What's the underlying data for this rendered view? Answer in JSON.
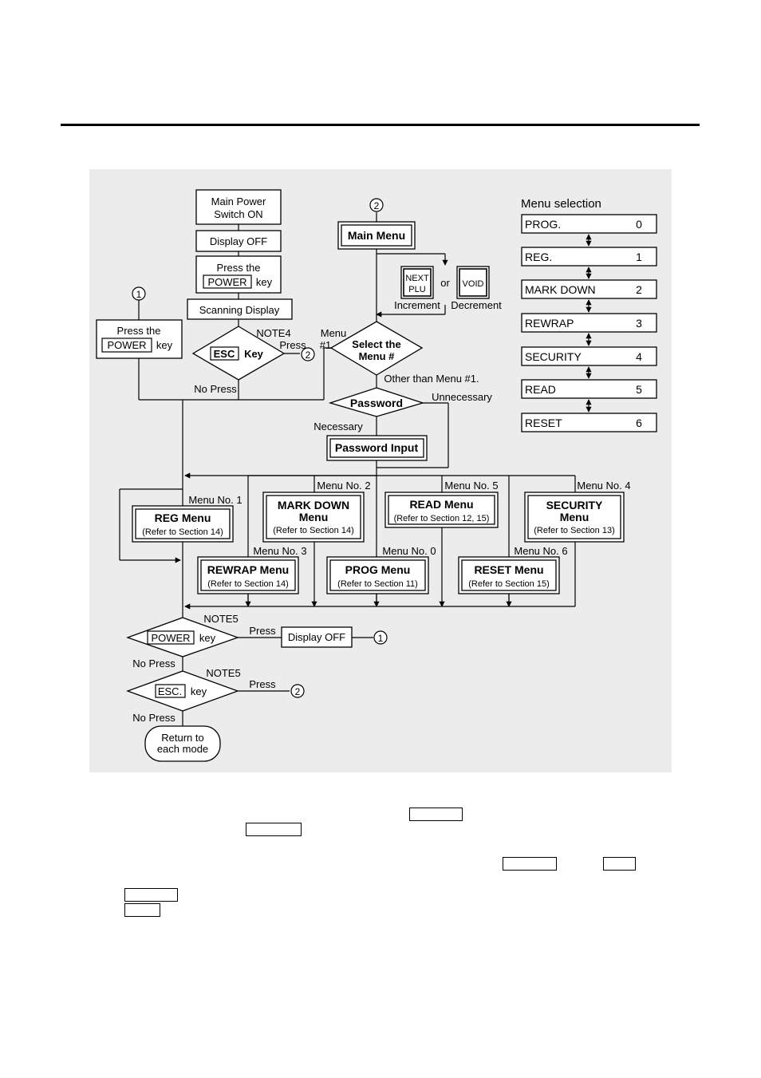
{
  "start": {
    "main_power": [
      "Main Power",
      "Switch ON"
    ],
    "display_off": "Display OFF",
    "press_the": "Press the",
    "power_key": "POWER",
    "key_word": "key",
    "scanning": "Scanning Display"
  },
  "esc_decision": {
    "key": "ESC",
    "word": "Key",
    "note": "NOTE4",
    "press": "Press",
    "no_press": "No Press"
  },
  "connectors": {
    "one": "1",
    "two": "2"
  },
  "main_menu": {
    "title": "Main Menu",
    "next_plu": [
      "NEXT",
      "PLU"
    ],
    "or": "or",
    "void": "VOID",
    "increment": "Increment",
    "decrement": "Decrement"
  },
  "select": {
    "lines": [
      "Select the",
      "Menu #"
    ],
    "menu1": [
      "Menu",
      "#1"
    ],
    "other": "Other than Menu #1."
  },
  "password": {
    "decision": "Password",
    "unnecessary": "Unnecessary",
    "necessary": "Necessary",
    "input": "Password Input"
  },
  "menu_selection": {
    "title": "Menu selection",
    "items": [
      {
        "name": "PROG.",
        "num": "0"
      },
      {
        "name": "REG.",
        "num": "1"
      },
      {
        "name": "MARK DOWN",
        "num": "2"
      },
      {
        "name": "REWRAP",
        "num": "3"
      },
      {
        "name": "SECURITY",
        "num": "4"
      },
      {
        "name": "READ",
        "num": "5"
      },
      {
        "name": "RESET",
        "num": "6"
      }
    ]
  },
  "menus": {
    "reg": {
      "label": "Menu No. 1",
      "title": [
        "REG Menu"
      ],
      "ref": "(Refer to Section 14)"
    },
    "markdown": {
      "label": "Menu No. 2",
      "title": [
        "MARK DOWN",
        "Menu"
      ],
      "ref": "(Refer to Section 14)"
    },
    "read": {
      "label": "Menu No. 5",
      "title": [
        "READ Menu"
      ],
      "ref": "(Refer to Section 12, 15)"
    },
    "security": {
      "label": "Menu No. 4",
      "title": [
        "SECURITY",
        "Menu"
      ],
      "ref": "(Refer to Section 13)"
    },
    "rewrap": {
      "label": "Menu No. 3",
      "title": [
        "REWRAP Menu"
      ],
      "ref": "(Refer to Section 14)"
    },
    "prog": {
      "label": "Menu No. 0",
      "title": [
        "PROG Menu"
      ],
      "ref": "(Refer to Section 11)"
    },
    "reset": {
      "label": "Menu No. 6",
      "title": [
        "RESET Menu"
      ],
      "ref": "(Refer to Section 15)"
    }
  },
  "end_power": {
    "key": "POWER",
    "word": "key",
    "note": "NOTE5",
    "press": "Press",
    "display_off": "Display OFF",
    "no_press": "No Press"
  },
  "end_esc": {
    "key": "ESC.",
    "word": "key",
    "note": "NOTE5",
    "press": "Press",
    "no_press": "No Press"
  },
  "return": [
    "Return to",
    "each mode"
  ]
}
